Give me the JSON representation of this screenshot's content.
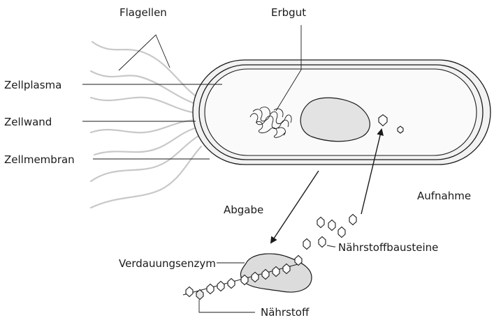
{
  "labels": {
    "flagellen": "Flagellen",
    "erbgut": "Erbgut",
    "zellplasma": "Zellplasma",
    "zellwand": "Zellwand",
    "zellmembran": "Zellmembran",
    "abgabe": "Abgabe",
    "aufnahme": "Aufnahme",
    "naehrstoffbausteine": "Nährstoffbausteine",
    "verdauungsenzym": "Verdauungsenzym",
    "naehrstoff": "Nährstoff"
  },
  "colors": {
    "line": "#1a1a1a",
    "cell_wall": "#f2f2f2",
    "cytoplasm": "#fafafa",
    "nucleoid_region": "#e3e3e3",
    "flagella": "#c8c8c8",
    "enzyme": "#dcdcdc"
  },
  "icons": {
    "nutrient_unit": "hexagon-icon",
    "enzyme": "blob-icon"
  }
}
